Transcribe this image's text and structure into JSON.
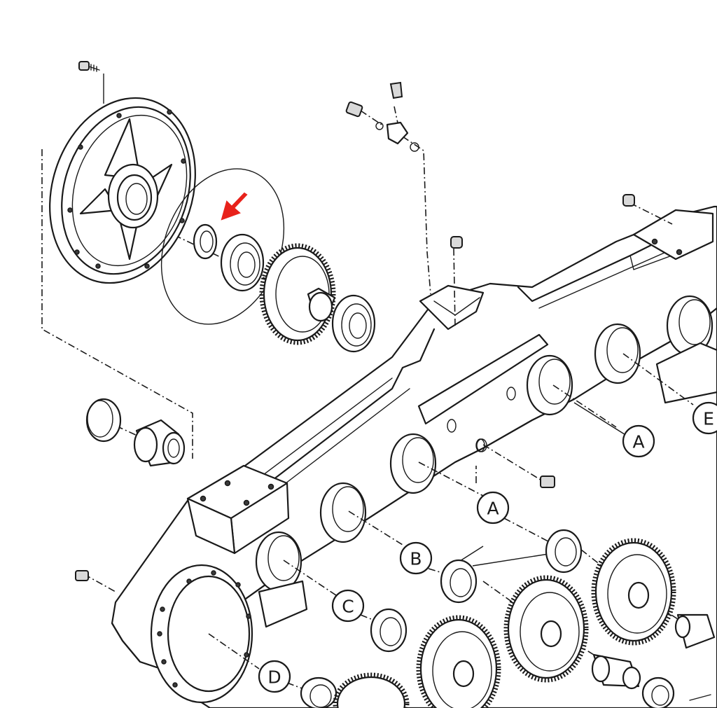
{
  "callouts": [
    {
      "id": "A",
      "label": "A"
    },
    {
      "id": "A",
      "label": "A"
    },
    {
      "id": "B",
      "label": "B"
    },
    {
      "id": "C",
      "label": "C"
    },
    {
      "id": "D",
      "label": "D"
    },
    {
      "id": "E",
      "label": "E"
    }
  ],
  "colors": {
    "line": "#1a1a1a",
    "arrow": "#e8221b",
    "background": "#ffffff"
  },
  "icons": {
    "highlight": "red-arrow-icon"
  }
}
